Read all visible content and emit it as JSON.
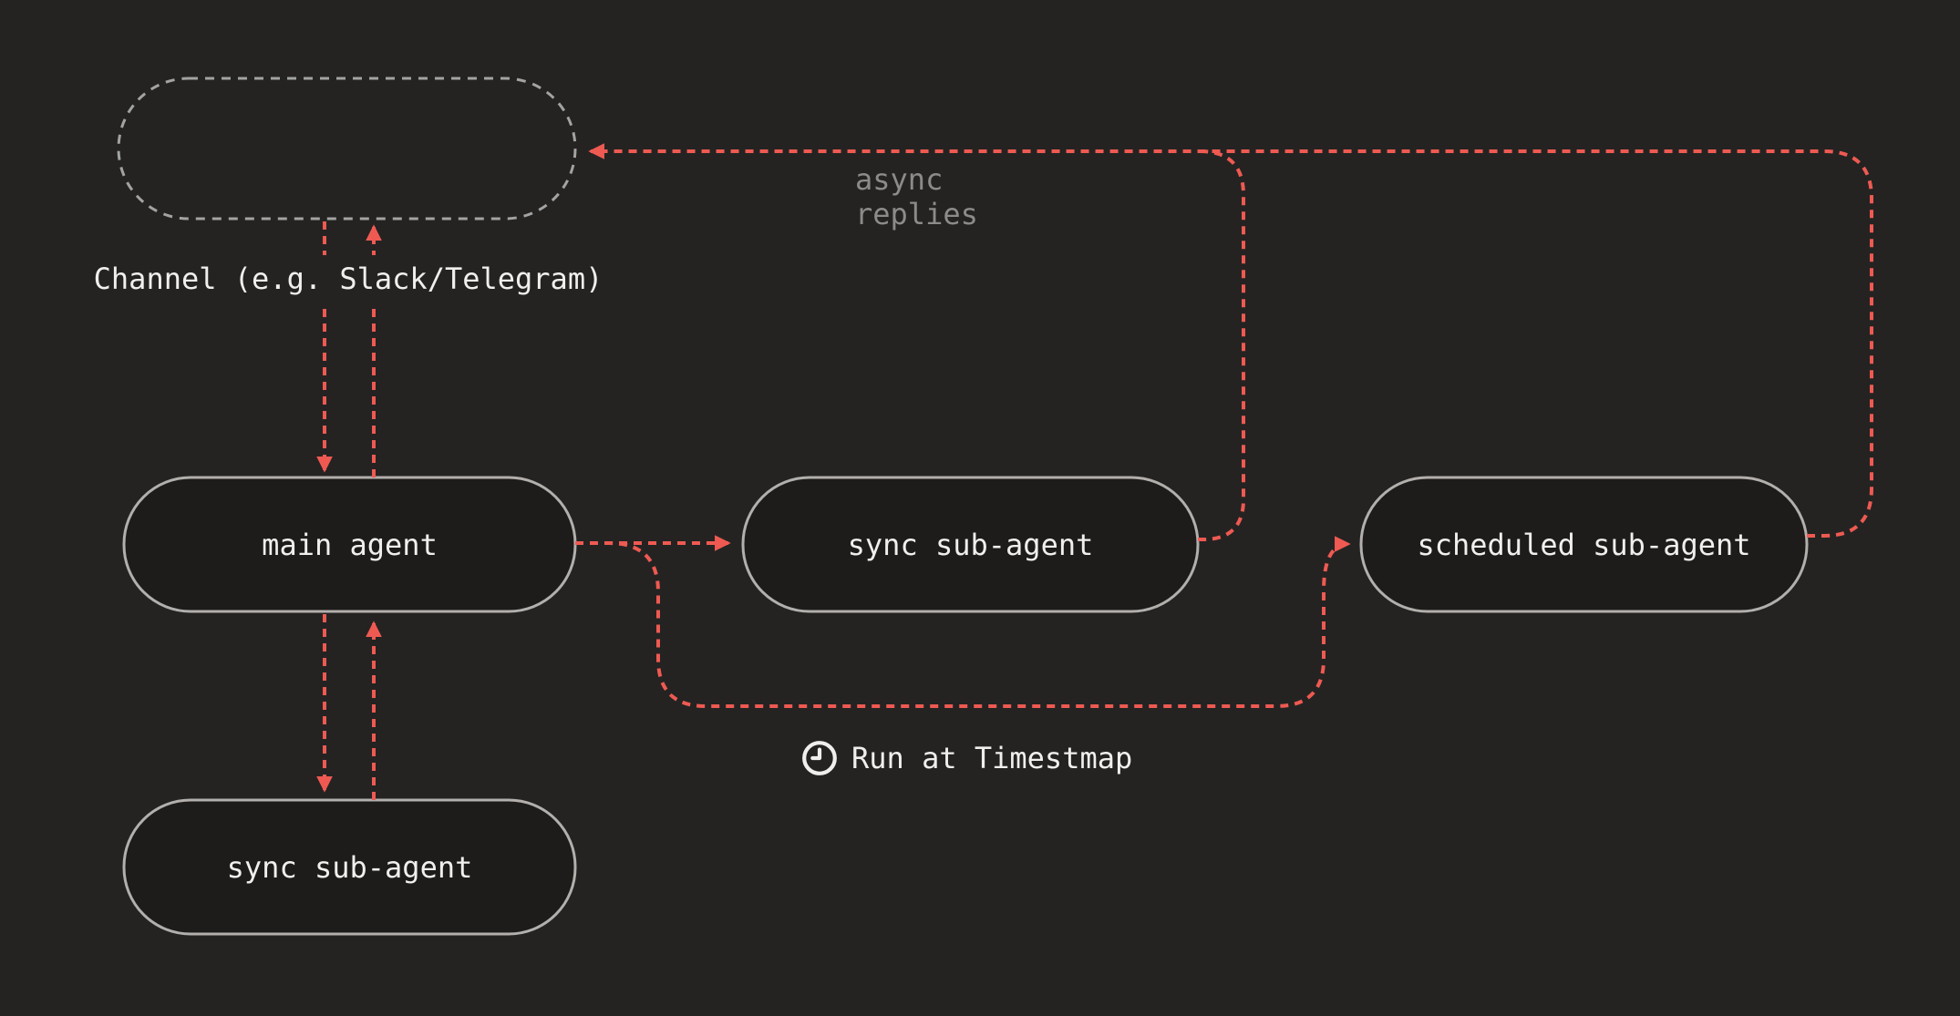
{
  "colors": {
    "bg": "#242322",
    "node-fill": "#1d1c1b",
    "node-border": "#b2afac",
    "channel-border": "#a3a3a3",
    "edge": "#ee5a52",
    "text-primary": "#f0efed",
    "text-muted": "#8d8b8a"
  },
  "nodes": {
    "channel": {
      "label": ""
    },
    "main_agent": {
      "label": "main agent"
    },
    "sync_sub_agent_top": {
      "label": "sync sub-agent"
    },
    "scheduled_sub_agent": {
      "label": "scheduled sub-agent"
    },
    "sync_sub_agent_bottom": {
      "label": "sync sub-agent"
    }
  },
  "labels": {
    "channel": "Channel (e.g. Slack/Telegram)",
    "async_replies": "async replies",
    "run_at": "Run at Timestmap"
  },
  "icons": {
    "clock": "clock-icon"
  }
}
